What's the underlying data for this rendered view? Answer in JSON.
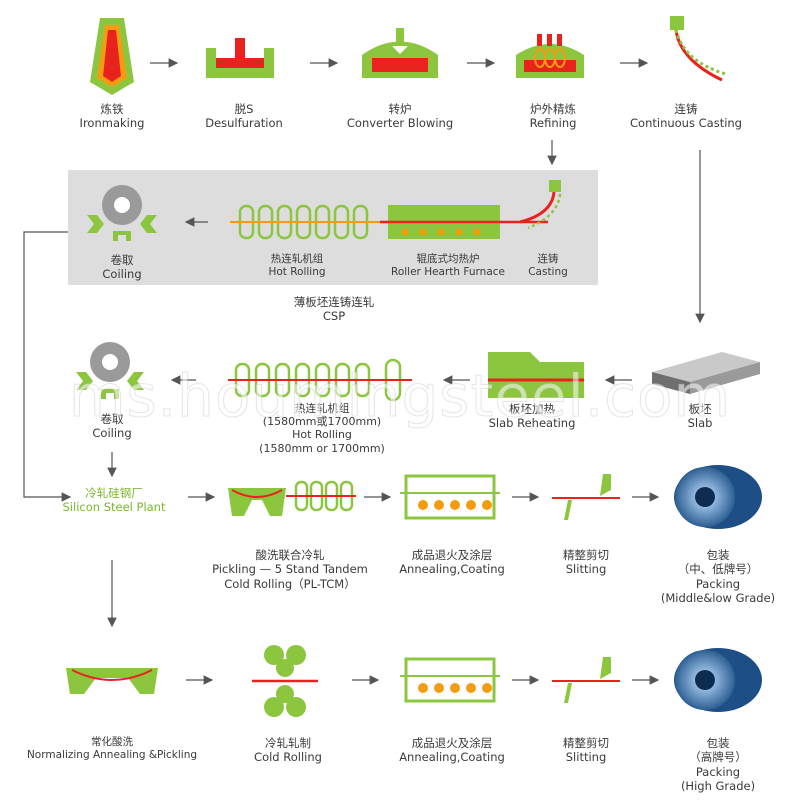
{
  "colors": {
    "green": "#8cc63f",
    "red": "#e8231e",
    "orange": "#f39c12",
    "gray_box": "#dddddd",
    "line": "#555555"
  },
  "labels": {
    "ironmaking": [
      "炼铁",
      "Ironmaking"
    ],
    "desulfuration": [
      "脱S",
      "Desulfuration"
    ],
    "converter": [
      "转炉",
      "Converter Blowing"
    ],
    "refining": [
      "炉外精炼",
      "Refining"
    ],
    "continuous_casting": [
      "连铸",
      "Continuous Casting"
    ],
    "csp_coiling": [
      "卷取",
      "Coiling"
    ],
    "csp_hot_rolling": [
      "热连轧机组",
      "Hot Rolling"
    ],
    "csp_furnace": [
      "辊底式均热炉",
      "Roller Hearth Furnace"
    ],
    "csp_casting": [
      "连铸",
      "Casting"
    ],
    "csp": [
      "薄板坯连铸连轧",
      "CSP"
    ],
    "coiling2": [
      "卷取",
      "Coiling"
    ],
    "hot_rolling2": [
      "热连轧机组",
      "(1580mm或1700mm)",
      "Hot Rolling",
      "(1580mm or 1700mm)"
    ],
    "slab_reheating": [
      "板坯加热",
      "Slab Reheating"
    ],
    "slab": [
      "板坯",
      "Slab"
    ],
    "silicon_plant": [
      "冷轧硅钢厂",
      "Silicon Steel Plant"
    ],
    "pickling": [
      "酸洗联合冷轧",
      "Pickling — 5 Stand Tandem",
      "Cold Rolling（PL-TCM）"
    ],
    "annealing1": [
      "成品退火及涂层",
      "Annealing,Coating"
    ],
    "slitting1": [
      "精整剪切",
      "Slitting"
    ],
    "packing1": [
      "包装",
      "（中、低牌号）",
      "Packing",
      "(Middle&low Grade)"
    ],
    "normalizing": [
      "常化酸洗",
      "Normalizing Annealing &Pickling"
    ],
    "cold_rolling": [
      "冷轧轧制",
      "Cold Rolling"
    ],
    "annealing2": [
      "成品退火及涂层",
      "Annealing,Coating"
    ],
    "slitting2": [
      "精整剪切",
      "Slitting"
    ],
    "packing2": [
      "包装",
      "（高牌号）",
      "Packing",
      "(High Grade)"
    ]
  },
  "watermark": "ms.houmingsteel.com"
}
